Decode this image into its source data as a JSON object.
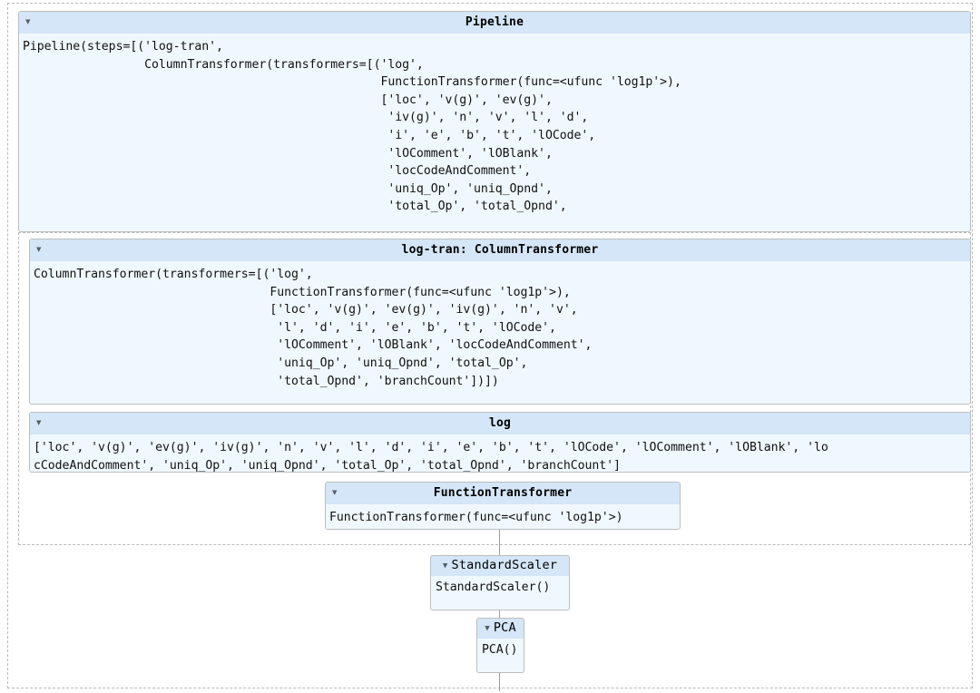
{
  "diagram": {
    "type": "sklearn-pipeline-repr",
    "icons": {
      "toggle": "▼"
    },
    "colors": {
      "header_bg": "#d4e6f7",
      "body_bg": "#f0f8ff",
      "box_border": "#bdbdbd",
      "dashed_border": "#b9b9b9",
      "connector": "#9a9a9a",
      "text": "#111111"
    },
    "nodes": {
      "pipeline": {
        "title": "Pipeline",
        "repr": "Pipeline(steps=[('log-tran',\n                 ColumnTransformer(transformers=[('log',\n                                                  FunctionTransformer(func=<ufunc 'log1p'>),\n                                                  ['loc', 'v(g)', 'ev(g)',\n                                                   'iv(g)', 'n', 'v', 'l', 'd',\n                                                   'i', 'e', 'b', 't', 'lOCode',\n                                                   'lOComment', 'lOBlank',\n                                                   'locCodeAndComment',\n                                                   'uniq_Op', 'uniq_Opnd',\n                                                   'total_Op', 'total_Opnd',"
      },
      "column_transformer": {
        "title": "log-tran: ColumnTransformer",
        "repr": "ColumnTransformer(transformers=[('log',\n                                 FunctionTransformer(func=<ufunc 'log1p'>),\n                                 ['loc', 'v(g)', 'ev(g)', 'iv(g)', 'n', 'v',\n                                  'l', 'd', 'i', 'e', 'b', 't', 'lOCode',\n                                  'lOComment', 'lOBlank', 'locCodeAndComment',\n                                  'uniq_Op', 'uniq_Opnd', 'total_Op',\n                                  'total_Opnd', 'branchCount'])])"
      },
      "log_columns": {
        "title": "log",
        "repr": "['loc', 'v(g)', 'ev(g)', 'iv(g)', 'n', 'v', 'l', 'd', 'i', 'e', 'b', 't', 'lOCode', 'lOComment', 'lOBlank', 'lo\ncCodeAndComment', 'uniq_Op', 'uniq_Opnd', 'total_Op', 'total_Opnd', 'branchCount']"
      },
      "function_transformer": {
        "title": "FunctionTransformer",
        "repr": "FunctionTransformer(func=<ufunc 'log1p'>)"
      },
      "standard_scaler": {
        "title": "StandardScaler",
        "repr": "StandardScaler()"
      },
      "pca": {
        "title": "PCA",
        "repr": "PCA()"
      }
    }
  }
}
